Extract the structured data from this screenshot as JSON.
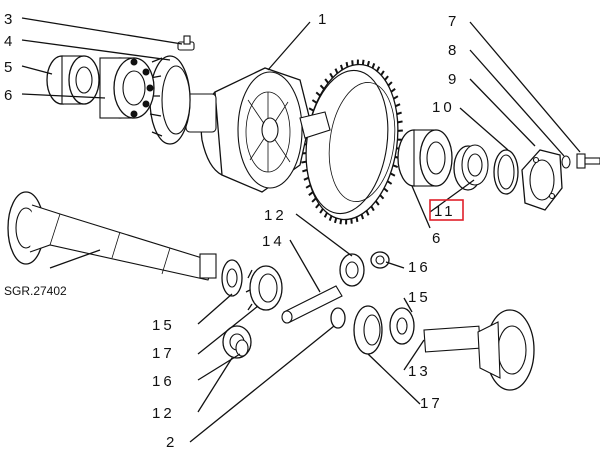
{
  "drawing": {
    "reference_code": "SGR.27402",
    "callouts": [
      {
        "id": "c1",
        "text": "1"
      },
      {
        "id": "c2",
        "text": "2"
      },
      {
        "id": "c3",
        "text": "3"
      },
      {
        "id": "c4",
        "text": "4"
      },
      {
        "id": "c5",
        "text": "5"
      },
      {
        "id": "c6a",
        "text": "6"
      },
      {
        "id": "c6b",
        "text": "6"
      },
      {
        "id": "c7",
        "text": "7"
      },
      {
        "id": "c8",
        "text": "8"
      },
      {
        "id": "c9",
        "text": "9"
      },
      {
        "id": "c10",
        "text": "10"
      },
      {
        "id": "c11",
        "text": "11",
        "highlighted": true
      },
      {
        "id": "c12a",
        "text": "12"
      },
      {
        "id": "c12b",
        "text": "12"
      },
      {
        "id": "c13",
        "text": "13"
      },
      {
        "id": "c14",
        "text": "14"
      },
      {
        "id": "c15a",
        "text": "15"
      },
      {
        "id": "c15b",
        "text": "15"
      },
      {
        "id": "c16a",
        "text": "16"
      },
      {
        "id": "c16b",
        "text": "16"
      },
      {
        "id": "c17a",
        "text": "17"
      },
      {
        "id": "c17b",
        "text": "17"
      }
    ],
    "highlight_color": "#e0202a",
    "line_color": "#111111"
  }
}
